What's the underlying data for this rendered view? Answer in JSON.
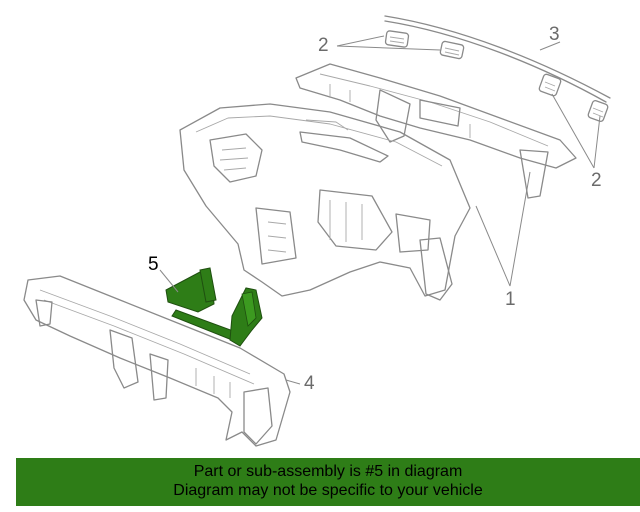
{
  "callouts": {
    "c1": "1",
    "c2a": "2",
    "c2b": "2",
    "c3": "3",
    "c4": "4",
    "c5": "5"
  },
  "banner": {
    "line1": "Part or sub-assembly is #5 in diagram",
    "line2": "Diagram may not be specific to your vehicle"
  },
  "colors": {
    "highlight_part": "#2e7d17",
    "banner_bg": "#2e7d17",
    "line_art": "#8a8a8a"
  }
}
